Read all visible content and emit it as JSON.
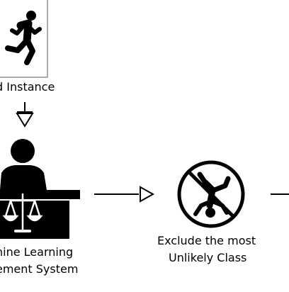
{
  "input": {
    "label": "d Instance",
    "icon": "running-person-icon"
  },
  "judge": {
    "label_line1": "hine Learning",
    "label_line2": "ement System",
    "icon": "judge-scales-icon"
  },
  "exclude": {
    "label_line1": "Exclude the most",
    "label_line2": "Unlikely Class",
    "icon": "prohibited-falling-person-icon"
  },
  "colors": {
    "ink": "#000000",
    "background": "#ffffff",
    "frame": "#777777"
  }
}
